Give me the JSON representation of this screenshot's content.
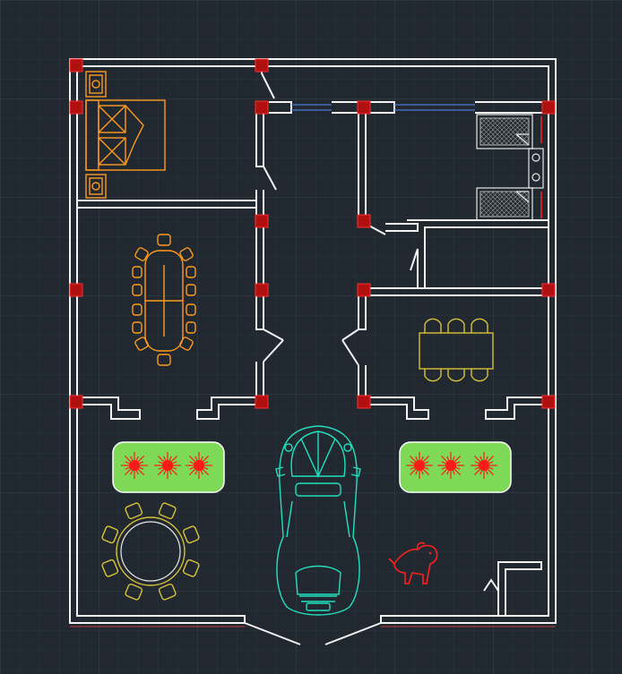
{
  "drawing": {
    "type": "cad-floor-plan",
    "background": "#212830",
    "colors": {
      "wall": "#f2f2f2",
      "column": "#b01010",
      "bedroom_furniture": "#ff9a1f",
      "dining_furniture": "#d8c23a",
      "car": "#22e0c0",
      "planter": "#7ed957",
      "shrub": "#ff1a1a",
      "dog": "#ff2020",
      "window": "#4a7bd4"
    },
    "rooms": [
      "bedroom",
      "dining-hall",
      "kitchen",
      "dining-room",
      "garden-porch",
      "carport"
    ],
    "icons": [
      "double-bed",
      "meeting-table",
      "kitchen-counter",
      "dining-table",
      "round-table",
      "car",
      "dog",
      "shrub"
    ]
  }
}
